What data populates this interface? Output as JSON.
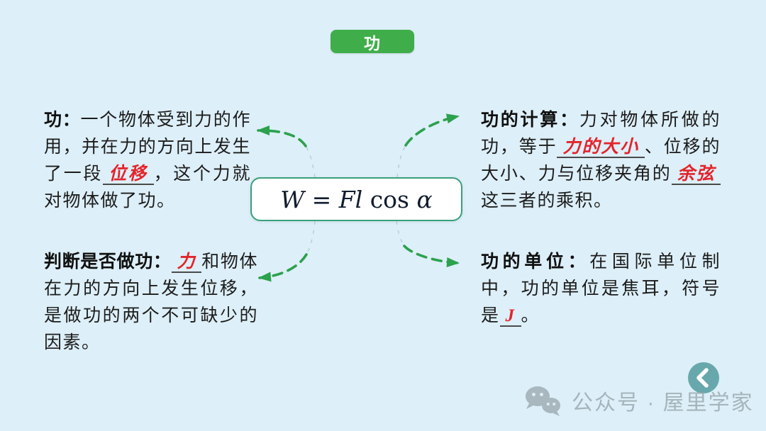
{
  "colors": {
    "bg": "#ddeff8",
    "badge-green": "#3fae4a",
    "arrow-green": "#2ca14e",
    "formula-border": "#3aa07c",
    "blank-red": "#e3242b",
    "underline": "#4a4a4a",
    "text": "#1c1c1c",
    "watermark-gray": "#96a5ab",
    "back-teal": "#68a8ad"
  },
  "badge": {
    "label": "功"
  },
  "formula": {
    "segments": [
      {
        "t": "W = Fl ",
        "s": "fvar"
      },
      {
        "t": "cos ",
        "s": "ffn"
      },
      {
        "t": "α",
        "s": "fvar"
      }
    ]
  },
  "nodes": {
    "work_definition": {
      "segments": [
        {
          "t": "功：",
          "s": "label"
        },
        {
          "t": "一个物体受到力的作用，并在力的方向上发生了一段",
          "s": "text"
        },
        {
          "t": "位移",
          "s": "blank"
        },
        {
          "t": "，这个力就对物体做了功。",
          "s": "text"
        }
      ]
    },
    "work_calculation": {
      "segments": [
        {
          "t": "功的计算：",
          "s": "label"
        },
        {
          "t": "力对物体所做的功，等于",
          "s": "text"
        },
        {
          "t": "力的大小",
          "s": "blank"
        },
        {
          "t": "、位移的大小、力与位移夹角的",
          "s": "text"
        },
        {
          "t": "余弦",
          "s": "blank"
        },
        {
          "t": "这三者的乘积。",
          "s": "text"
        }
      ]
    },
    "work_judgement": {
      "segments": [
        {
          "t": "判断是否做功：",
          "s": "label"
        },
        {
          "t": "力",
          "s": "blank"
        },
        {
          "t": "和物体在力的方向上发生位移，是做功的两个不可缺少的因素。",
          "s": "text"
        }
      ]
    },
    "work_unit": {
      "segments": [
        {
          "t": "功的单位：",
          "s": "label"
        },
        {
          "t": "在国际单位制中，功的单位是焦耳，符号是",
          "s": "text"
        },
        {
          "t": "J",
          "s": "blank"
        },
        {
          "t": "。",
          "s": "text"
        }
      ]
    }
  },
  "watermark": {
    "text": "公众号 · 屋里学家",
    "icon": "wechat-icon"
  },
  "nav": {
    "back_icon": "chevron-left-icon"
  }
}
